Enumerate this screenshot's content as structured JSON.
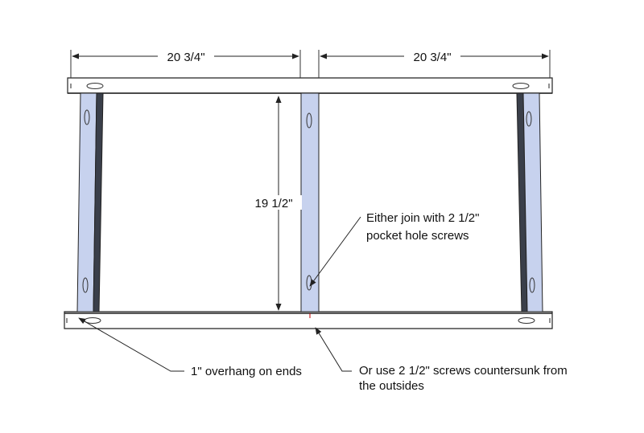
{
  "dimensions": {
    "top_left_width": "20 3/4\"",
    "top_right_width": "20 3/4\"",
    "inner_height": "19 1/2\""
  },
  "callouts": {
    "pocket_hole_line1": "Either join with 2 1/2\"",
    "pocket_hole_line2": "pocket hole screws",
    "overhang": "1\" overhang on ends",
    "countersunk_line1": "Or use 2 1/2\" screws countersunk from",
    "countersunk_line2": "the outsides"
  },
  "colors": {
    "board_face": "#ffffff",
    "leg_face": "#c7d2ee",
    "leg_side": "#3a3f4a",
    "outline": "#222222"
  }
}
